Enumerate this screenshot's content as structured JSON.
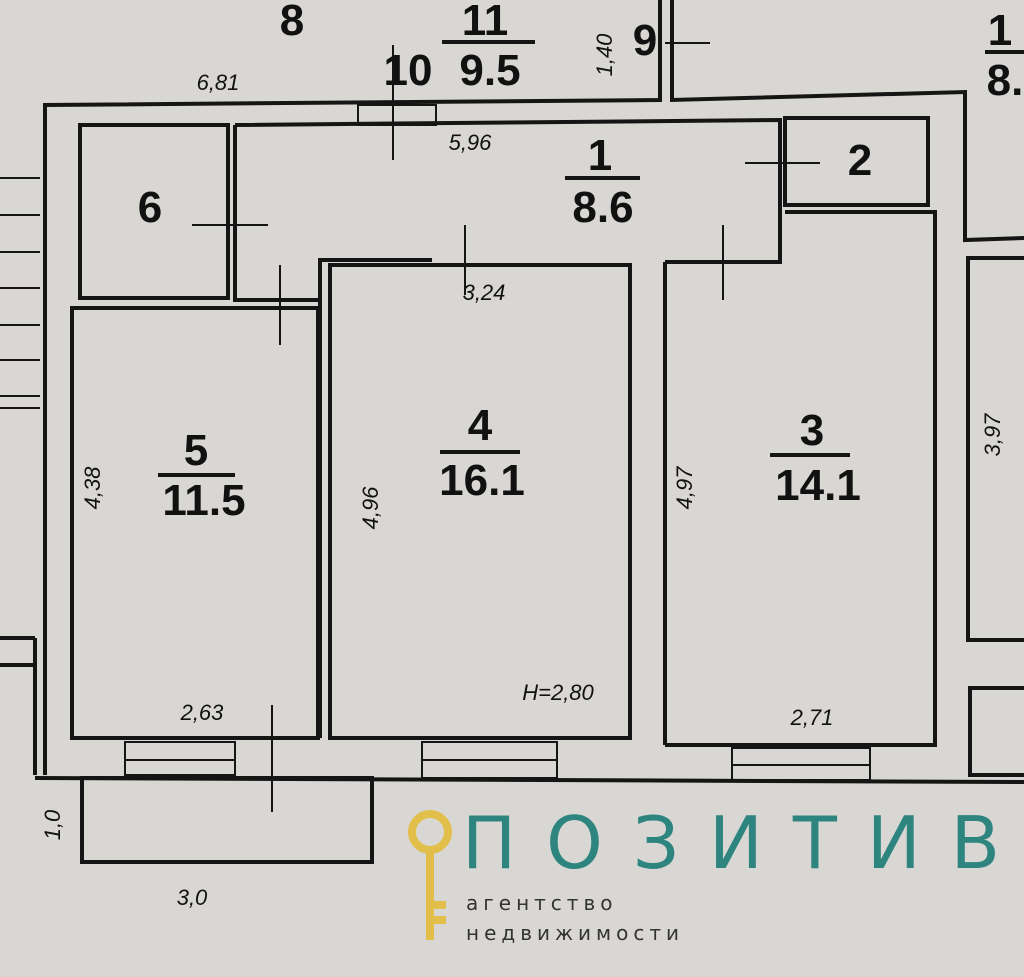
{
  "rooms": [
    {
      "id": "1",
      "area": "8.6"
    },
    {
      "id": "2"
    },
    {
      "id": "3",
      "area": "14.1"
    },
    {
      "id": "4",
      "area": "16.1"
    },
    {
      "id": "5",
      "area": "11.5"
    },
    {
      "id": "6"
    },
    {
      "id": "8"
    },
    {
      "id": "9"
    },
    {
      "id": "10"
    },
    {
      "id": "11",
      "area": "9.5"
    },
    {
      "id": "1",
      "area": "8."
    }
  ],
  "dimensions": {
    "top_outer": "6,81",
    "corridor": "5,96",
    "room4_width": "3,24",
    "room5_height": "4,38",
    "room4_height": "4,96",
    "room3_height": "4,97",
    "right_height": "3,97",
    "room9": "1,40",
    "room5_width": "2,63",
    "ceiling_height": "H=2,80",
    "room3_width": "2,71",
    "balcony_depth": "1,0",
    "balcony_width": "3,0"
  },
  "watermark": {
    "brand": "ПОЗИТИВ",
    "line1": "агентство",
    "line2": "недвижимости",
    "brand_color": "#2e8580",
    "key_color": "#e2bf4a"
  }
}
